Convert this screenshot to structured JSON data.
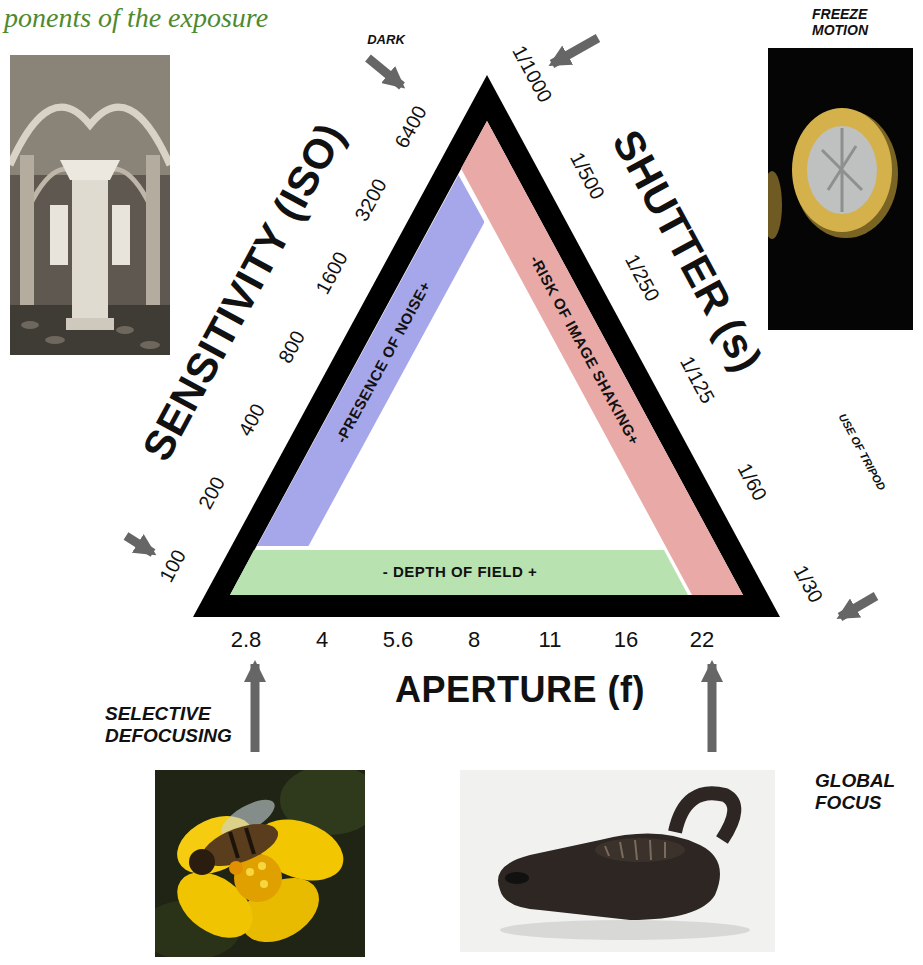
{
  "diagram": {
    "title": "ponents of the exposure",
    "nodes": [
      {
        "text": [
          "-PRESENCE OF NOISE+"
        ]
      },
      {
        "text": [
          "-RISK OF IMAGE SHAKING+"
        ]
      },
      {
        "text": [
          "- DEPTH OF FIELD +"
        ]
      }
    ],
    "labels": [
      "DARK",
      "FREEZE MOTION",
      "SENSITIVITY (ISO)",
      "100",
      "200",
      "400",
      "800",
      "1600",
      "3200",
      "6400",
      "1/1000",
      "1/500",
      "1/250",
      "1/125",
      "1/60",
      "1/30",
      "SHUTTER (s)",
      "USE OF TRIPOD",
      "2.8",
      "4",
      "5.6",
      "8",
      "11",
      "16",
      "22",
      "APERTURE (f)",
      "SELECTIVE DEFOCUSING",
      "GLOBAL FOCUS"
    ]
  }
}
